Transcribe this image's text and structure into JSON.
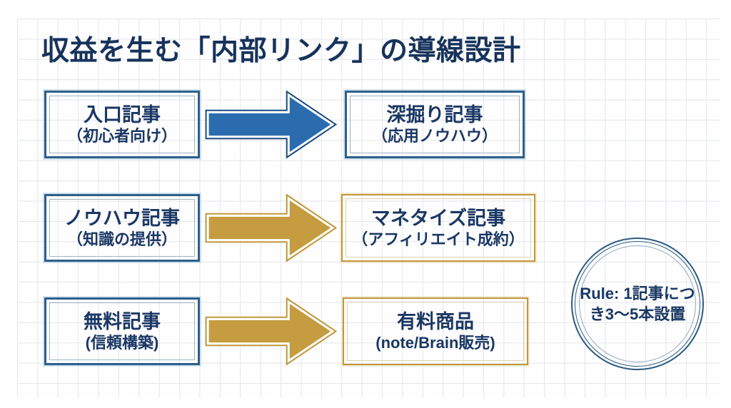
{
  "slide": {
    "title": "収益を生む「内部リンク」の導線設計"
  },
  "colors": {
    "navy_text": "#1a3764",
    "navy_box_border": "#2e5f8a",
    "blue_arrow_fill": "#2a6cae",
    "blue_arrow_edge": "#1d4d7f",
    "gold": "#c59c3f",
    "gold_border": "#c0983c",
    "grid_line": "#e4e6ec",
    "background": "#ffffff"
  },
  "flow_rows": [
    {
      "source": {
        "title": "入口記事",
        "subtitle": "（初心者向け）"
      },
      "arrow": "blue-right-arrow",
      "target": {
        "title": "深掘り記事",
        "subtitle": "（応用ノウハウ）"
      }
    },
    {
      "source": {
        "title": "ノウハウ記事",
        "subtitle": "（知識の提供）"
      },
      "arrow": "gold-right-arrow",
      "target": {
        "title": "マネタイズ記事",
        "subtitle": "（アフィリエイト成約）"
      }
    },
    {
      "source": {
        "title": "無料記事",
        "subtitle": "(信頼構築)"
      },
      "arrow": "gold-right-arrow",
      "target": {
        "title": "有料商品",
        "subtitle": "(note/Brain販売)"
      }
    }
  ],
  "rule_badge": {
    "text": "Rule: 1記事につき3〜5本設置",
    "lines": [
      "Rule: 1記事につ",
      "き3〜5本設置"
    ]
  }
}
